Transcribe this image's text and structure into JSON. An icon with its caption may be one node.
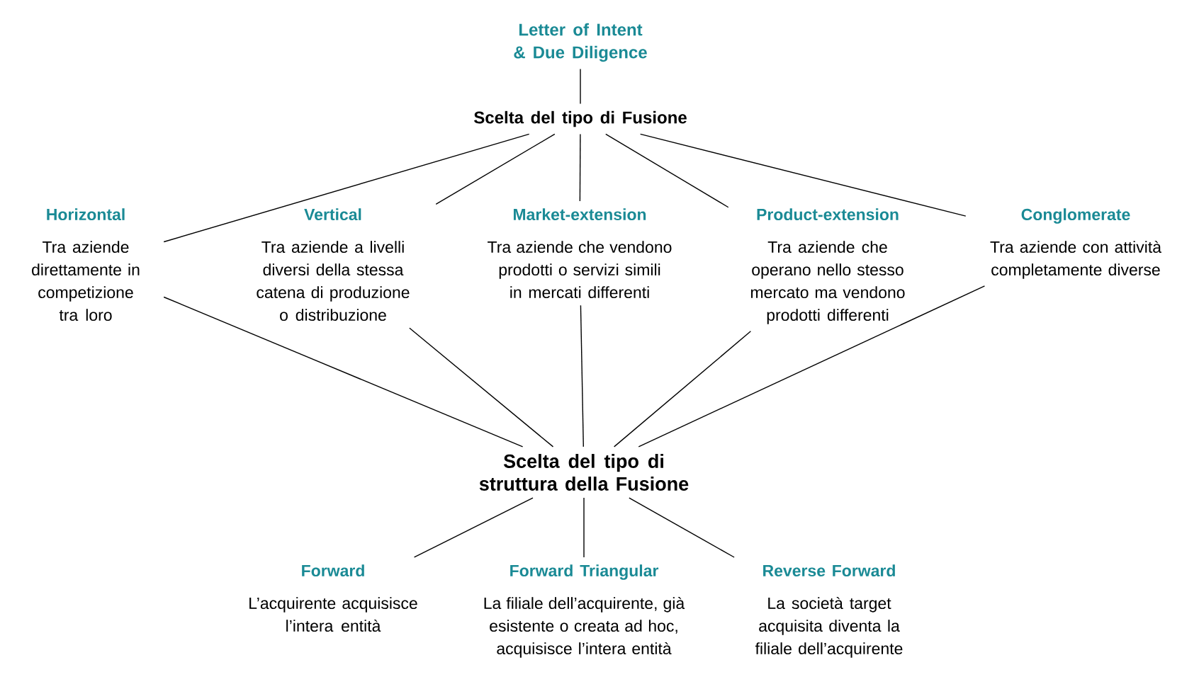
{
  "diagram": {
    "nodes": [
      {
        "text": [
          "Letter of Intent & Due Diligence"
        ]
      },
      {
        "text": [
          "Scelta del tipo di Fusione"
        ]
      },
      {
        "text": [
          "Horizontal",
          "Tra aziende direttamente in competizione tra loro"
        ]
      },
      {
        "text": [
          "Vertical",
          "Tra aziende a livelli diversi della stessa catena di produzione o distribuzione"
        ]
      },
      {
        "text": [
          "Market-extension",
          "Tra aziende che vendono prodotti o servizi simili in mercati differenti"
        ]
      },
      {
        "text": [
          "Product-extension",
          "Tra aziende che operano nello stesso mercato ma vendono prodotti differenti"
        ]
      },
      {
        "text": [
          "Conglomerate",
          "Tra aziende con attività completamente diverse"
        ]
      },
      {
        "text": [
          "Scelta del tipo di struttura della Fusione"
        ]
      },
      {
        "text": [
          "Forward",
          "L’acquirente acquisisce l’intera entità"
        ]
      },
      {
        "text": [
          "Forward Triangular",
          "La filiale dell’acquirente, già esistente o creata ad hoc, acquisisce l’intera entità"
        ]
      },
      {
        "text": [
          "Reverse Forward",
          "La società target acquisita diventa la filiale dell’acquirente"
        ]
      }
    ],
    "edges": [
      {
        "from": 0,
        "to": 1,
        "arrow": "none"
      },
      {
        "from": 1,
        "to": 2,
        "arrow": "none"
      },
      {
        "from": 1,
        "to": 3,
        "arrow": "none"
      },
      {
        "from": 1,
        "to": 4,
        "arrow": "none"
      },
      {
        "from": 1,
        "to": 5,
        "arrow": "none"
      },
      {
        "from": 1,
        "to": 6,
        "arrow": "none"
      },
      {
        "from": 2,
        "to": 7,
        "arrow": "none"
      },
      {
        "from": 3,
        "to": 7,
        "arrow": "none"
      },
      {
        "from": 4,
        "to": 7,
        "arrow": "none"
      },
      {
        "from": 5,
        "to": 7,
        "arrow": "none"
      },
      {
        "from": 6,
        "to": 7,
        "arrow": "none"
      },
      {
        "from": 7,
        "to": 8,
        "arrow": "none"
      },
      {
        "from": 7,
        "to": 9,
        "arrow": "none"
      },
      {
        "from": 7,
        "to": 10,
        "arrow": "none"
      }
    ]
  }
}
